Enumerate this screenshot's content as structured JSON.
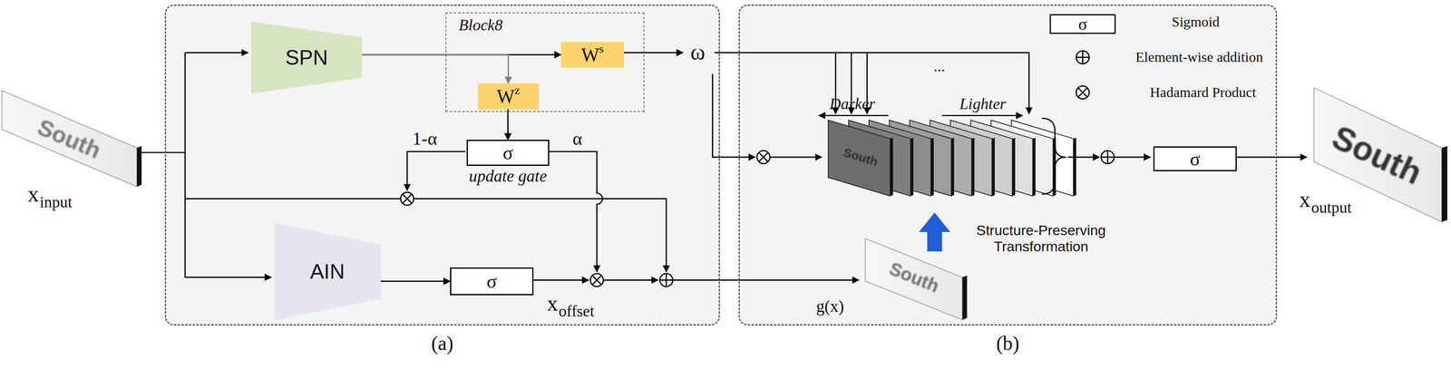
{
  "diagram": {
    "nodes": [
      {
        "text": [
          "(a)"
        ]
      },
      {
        "text": [
          "SPN"
        ],
        "in": 0
      },
      {
        "text": [
          "Block8"
        ],
        "in": 0
      },
      {
        "text": [
          "W",
          "s"
        ],
        "in": 2
      },
      {
        "text": [
          "W",
          "z"
        ],
        "in": 2
      },
      {
        "text": [
          "σ",
          "update gate"
        ],
        "in": 0
      },
      {
        "text": [
          "AIN"
        ],
        "in": 0
      },
      {
        "text": [
          "σ"
        ],
        "in": 0
      },
      {
        "text": [
          "(b)"
        ]
      },
      {
        "text": [
          "σ"
        ],
        "in": 8
      }
    ],
    "edges": [
      {
        "from": 1,
        "to": 3,
        "arrow": "to"
      },
      {
        "from": 1,
        "to": 4,
        "arrow": "to"
      },
      {
        "from": 4,
        "to": 5,
        "arrow": "to"
      },
      {
        "from": 6,
        "to": 7,
        "arrow": "to"
      }
    ],
    "labels": [
      "South",
      "x",
      "input",
      "1-α",
      "α",
      "x",
      "offset",
      "ω",
      "...",
      "Darker",
      "Lighter",
      "South",
      "South",
      "g(x)",
      "Structure-Preserving Transformation",
      "σ",
      "South",
      "x",
      "output"
    ],
    "legend": [
      {
        "text": "Sigmoid"
      },
      {
        "text": "Element-wise addition"
      },
      {
        "text": "Hadamard Product"
      }
    ]
  }
}
